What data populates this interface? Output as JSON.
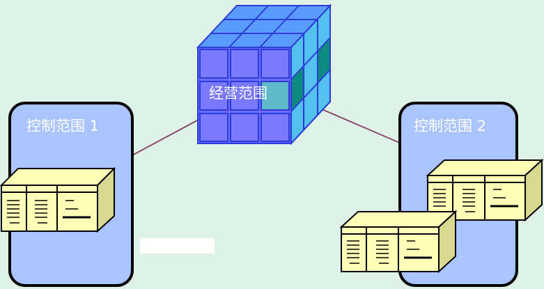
{
  "diagram": {
    "cube_label": "经营范围",
    "left_box_label": "控制范围 1",
    "right_box_label": "控制范围 2"
  },
  "colors": {
    "background": "#dff2e8",
    "box_fill": "#a9c4ff",
    "box_stroke": "#000000",
    "cube_front": "#6f6bff",
    "cube_top": "#5a9bff",
    "cube_side": "#53c0ee",
    "cube_side_dark": "#0e8a80",
    "connector": "#8a4a6a",
    "ledger_fill": "#ffffb8",
    "ledger_side": "#d8d890"
  }
}
